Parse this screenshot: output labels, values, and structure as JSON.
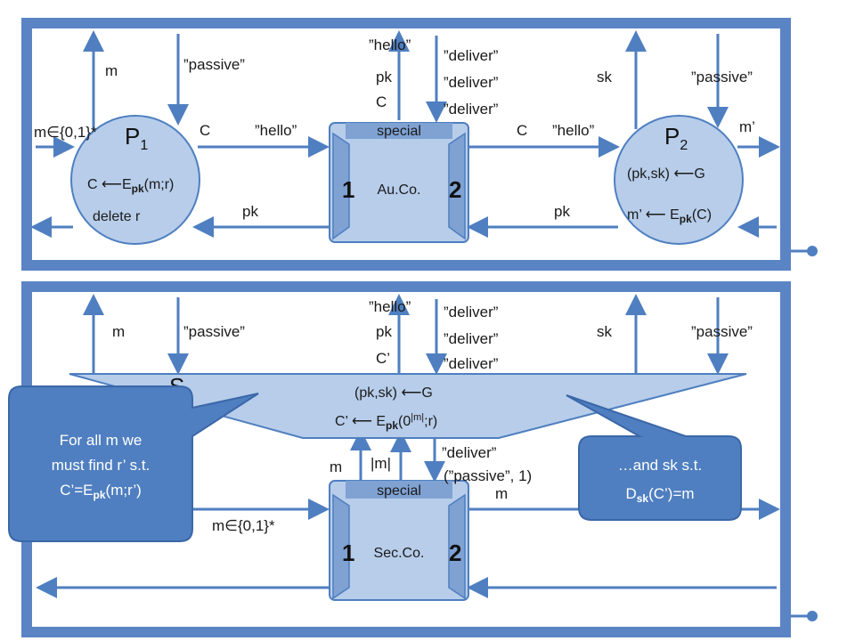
{
  "top": {
    "p1": {
      "name": "P",
      "sub": "1",
      "line1": "C ⟵E",
      "line1_sub": "pk",
      "line1_tail": "(m;r)",
      "line2": "delete r"
    },
    "p2": {
      "name": "P",
      "sub": "2",
      "line1": "(pk,sk) ⟵G",
      "line2": "m’ ⟵ E",
      "line2_sub": "pk",
      "line2_tail": "(C)"
    },
    "auco": {
      "header": "special",
      "name": "Au.Co.",
      "port1": "1",
      "port2": "2"
    },
    "labels": {
      "m": "m",
      "passive_left": "”passive”",
      "m_in": "m∈{0,1}*",
      "c_left": "C",
      "hello_left": "”hello”",
      "pk_left": "pk",
      "hello_top": "”hello”",
      "pk_top": "pk",
      "c_top": "C",
      "deliver1": "”deliver”",
      "deliver2": "”deliver”",
      "deliver3": "”deliver”",
      "c_right": "C",
      "hello_right": "”hello”",
      "pk_right": "pk",
      "sk": "sk",
      "passive_right": "”passive”",
      "m_prime": "m’"
    }
  },
  "bottom": {
    "s": {
      "name": "S",
      "line1": "(pk,sk) ⟵G",
      "line2": "C’ ⟵ E",
      "line2_sub": "pk",
      "line2_tail": "(0",
      "line2_sup": "|m|",
      "line2_end": ";r)"
    },
    "secco": {
      "header": "special",
      "name": "Sec.Co.",
      "port1": "1",
      "port2": "2"
    },
    "labels": {
      "m": "m",
      "passive_left": "”passive”",
      "hello_top": "”hello”",
      "pk_top": "pk",
      "c_top": "C’",
      "deliver1": "”deliver”",
      "deliver2": "”deliver”",
      "deliver3": "”deliver”",
      "sk": "sk",
      "passive_right": "”passive”",
      "m_mid": "m",
      "len_m": "|m|",
      "deliver_bottom": "”deliver”",
      "passive_tuple": "(”passive”, 1)",
      "m_right": "m",
      "m_in": "m∈{0,1}*"
    },
    "callout_left": {
      "line1": "For all m we",
      "line2": "must find r’ s.t.",
      "line3a": "C’=E",
      "line3_sub": "pk",
      "line3b": "(m;r’)"
    },
    "callout_right": {
      "line1": "…and sk s.t.",
      "line2a": "D",
      "line2_sub": "sk",
      "line2b": "(C’)=m"
    }
  }
}
